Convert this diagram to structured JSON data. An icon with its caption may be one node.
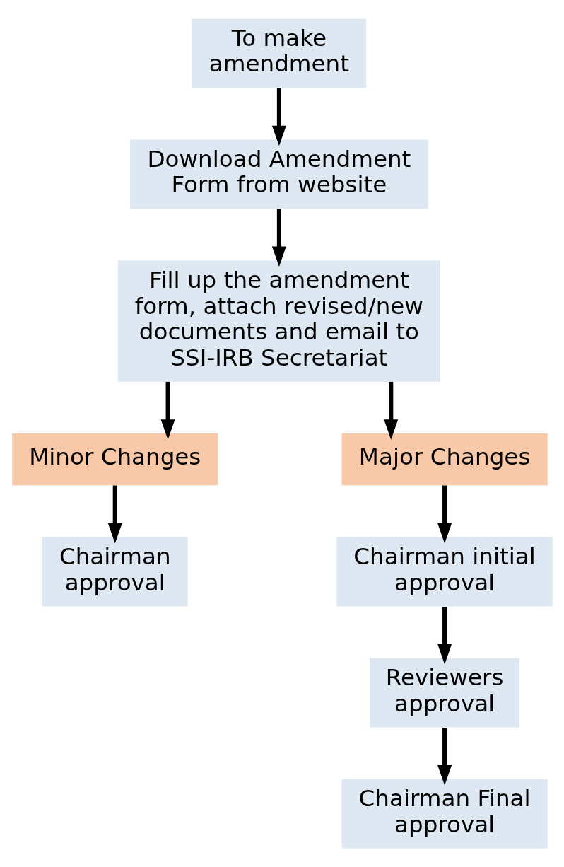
{
  "diagram": {
    "nodes": [
      {
        "text": [
          "To make amendment"
        ]
      },
      {
        "text": [
          "Download Amendment Form from website"
        ]
      },
      {
        "text": [
          "Fill up the amendment form, attach revised/new documents and email to SSI-IRB Secretariat"
        ]
      },
      {
        "text": [
          "Minor Changes"
        ]
      },
      {
        "text": [
          "Major Changes"
        ]
      },
      {
        "text": [
          "Chairman approval"
        ]
      },
      {
        "text": [
          "Chairman initial approval"
        ]
      },
      {
        "text": [
          "Reviewers approval"
        ]
      },
      {
        "text": [
          "Chairman Final approval"
        ]
      }
    ],
    "edges": [
      {
        "from": 0,
        "to": 1,
        "arrow": "to"
      },
      {
        "from": 1,
        "to": 2,
        "arrow": "to"
      },
      {
        "from": 2,
        "to": 3,
        "arrow": "to"
      },
      {
        "from": 2,
        "to": 4,
        "arrow": "to"
      },
      {
        "from": 3,
        "to": 5,
        "arrow": "to"
      },
      {
        "from": 4,
        "to": 6,
        "arrow": "to"
      },
      {
        "from": 6,
        "to": 7,
        "arrow": "to"
      },
      {
        "from": 7,
        "to": 8,
        "arrow": "to"
      }
    ]
  }
}
